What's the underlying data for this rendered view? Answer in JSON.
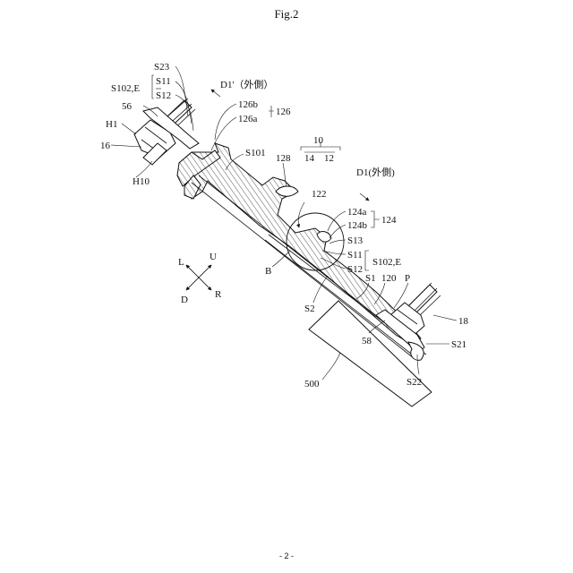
{
  "figure": {
    "title": "Fig.2",
    "page_number": "- 2 -"
  },
  "labels": {
    "S23": "S23",
    "S11_top": "S11",
    "S102E_top": "S102,E",
    "S12_top": "S12",
    "n56": "56",
    "H1": "H1",
    "n16": "16",
    "H10": "H10",
    "D1prime": "D1'（外側）",
    "n126b": "126b",
    "n126a": "126a",
    "n126": "126",
    "S101": "S101",
    "n10": "10",
    "n128": "128",
    "n14": "14",
    "n12": "12",
    "D1": "D1(外側)",
    "n122": "122",
    "n124a": "124a",
    "n124b": "124b",
    "n124": "124",
    "S13": "S13",
    "S11_mid": "S11",
    "S102E_mid": "S102,E",
    "S12_mid": "S12",
    "S1": "S1",
    "n120": "120",
    "P": "P",
    "B": "B",
    "S2": "S2",
    "n18": "18",
    "n58": "58",
    "S21": "S21",
    "n500": "500",
    "S22": "S22"
  },
  "compass": {
    "left": "L",
    "up": "U",
    "down": "D",
    "right": "R"
  }
}
